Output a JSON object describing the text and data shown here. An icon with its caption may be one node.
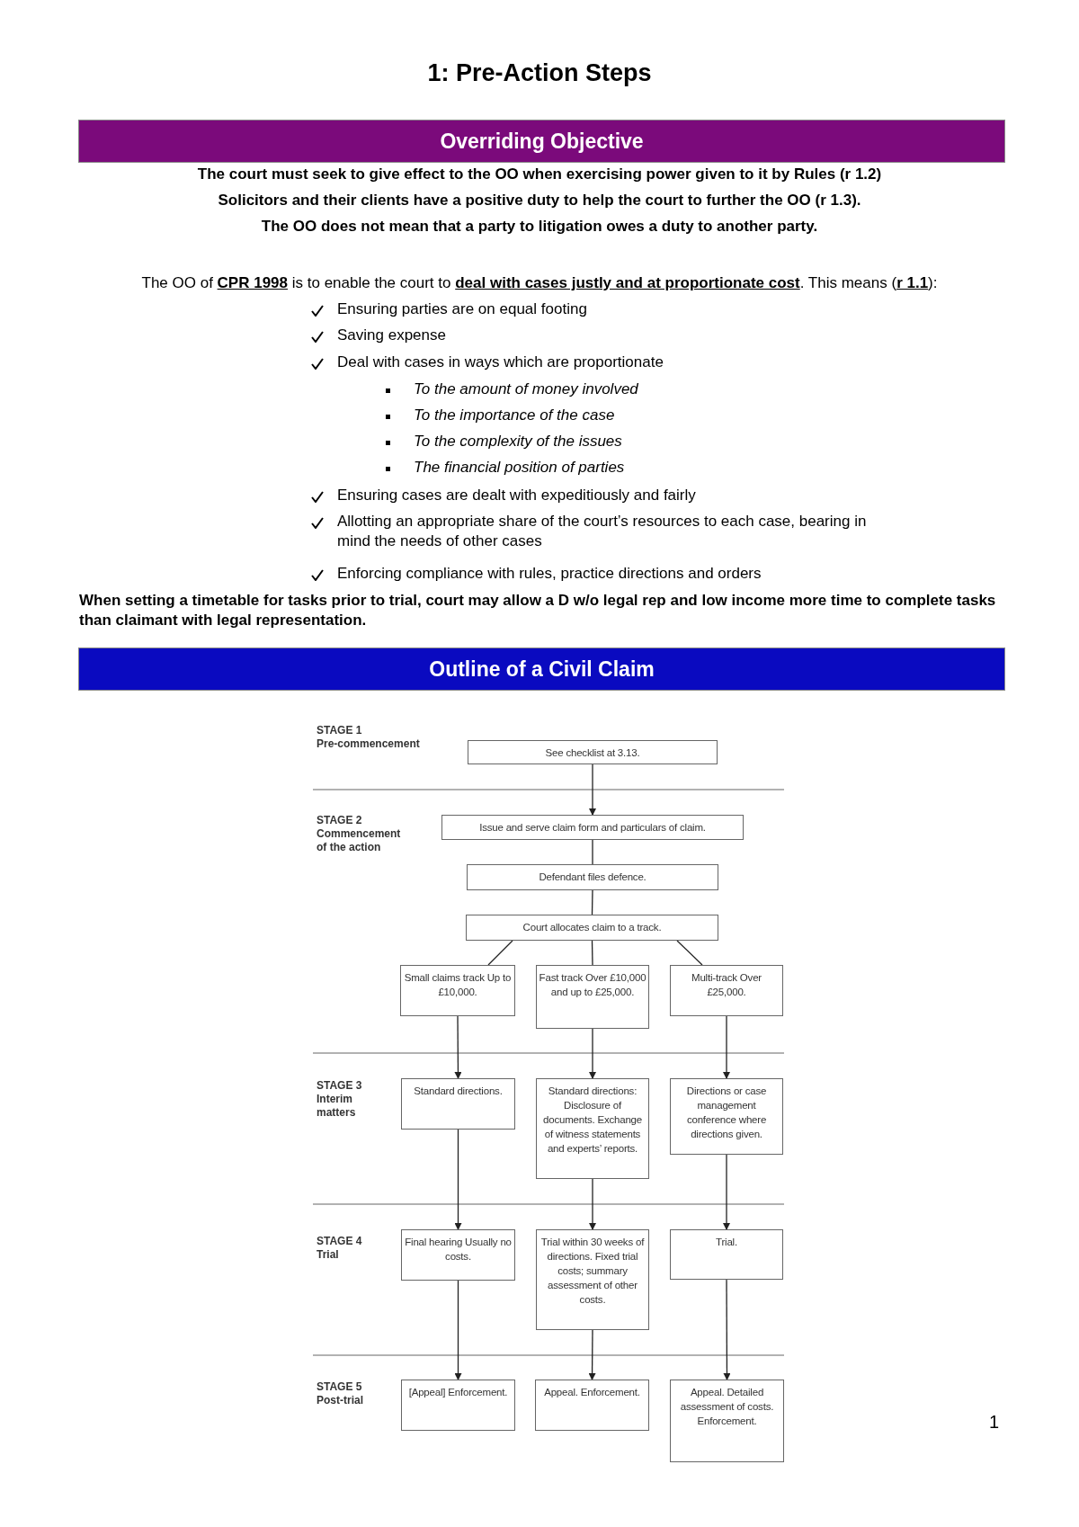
{
  "diagram": {
    "title": "1: Pre-Action Steps",
    "nodes": [
      {
        "text": [
          "Overriding Objective"
        ]
      },
      {
        "text": [
          "Outline of a Civil Claim"
        ]
      },
      {
        "text": [
          "See checklist at 3.13."
        ]
      },
      {
        "text": [
          "Issue and serve claim form and particulars of claim."
        ]
      },
      {
        "text": [
          "Defendant files defence."
        ]
      },
      {
        "text": [
          "Court allocates claim to a track."
        ]
      },
      {
        "text": [
          "Small claims track Up to £10,000."
        ]
      },
      {
        "text": [
          "Fast track Over £10,000 and up to £25,000."
        ]
      },
      {
        "text": [
          "Multi-track Over £25,000."
        ]
      },
      {
        "text": [
          "Standard directions."
        ]
      },
      {
        "text": [
          "Standard directions: Disclosure of documents. Exchange of witness statements and experts’ reports."
        ]
      },
      {
        "text": [
          "Directions or case management conference where directions given."
        ]
      },
      {
        "text": [
          "Final hearing Usually no costs."
        ]
      },
      {
        "text": [
          "Trial within 30 weeks of directions. Fixed trial costs; summary assessment of other costs."
        ]
      },
      {
        "text": [
          "Trial."
        ]
      },
      {
        "text": [
          "[Appeal] Enforcement."
        ]
      },
      {
        "text": [
          "Appeal. Enforcement."
        ]
      },
      {
        "text": [
          "Appeal. Detailed assessment of costs. Enforcement."
        ]
      }
    ],
    "edges": [
      {
        "from": 2,
        "to": 3,
        "arrow": "to"
      },
      {
        "from": 3,
        "to": 4,
        "arrow": "none"
      },
      {
        "from": 4,
        "to": 5,
        "arrow": "none"
      },
      {
        "from": 5,
        "to": 6,
        "arrow": "none"
      },
      {
        "from": 5,
        "to": 7,
        "arrow": "none"
      },
      {
        "from": 5,
        "to": 8,
        "arrow": "none"
      },
      {
        "from": 6,
        "to": 9,
        "arrow": "to"
      },
      {
        "from": 7,
        "to": 10,
        "arrow": "to"
      },
      {
        "from": 8,
        "to": 11,
        "arrow": "to"
      },
      {
        "from": 9,
        "to": 12,
        "arrow": "to"
      },
      {
        "from": 10,
        "to": 13,
        "arrow": "to"
      },
      {
        "from": 11,
        "to": 14,
        "arrow": "to"
      },
      {
        "from": 12,
        "to": 15,
        "arrow": "to"
      },
      {
        "from": 13,
        "to": 16,
        "arrow": "to"
      },
      {
        "from": 14,
        "to": 17,
        "arrow": "to"
      }
    ],
    "labels": [
      "The court must seek to give effect to the OO when exercising power given to it by Rules (r 1.2)",
      "Solicitors and their clients have a positive duty to help the court to further the OO (r 1.3).",
      "The OO does not mean that a party to litigation owes a duty to another party.",
      "The OO of **CPR 1998** is to enable the court to **deal with cases justly and at proportionate cost**. This means (**r 1.1**):",
      "Ensuring parties are on equal footing",
      "Saving expense",
      "Deal with cases in ways which are proportionate",
      "To the amount of money involved",
      "To the importance of the case",
      "To the complexity of the issues",
      "The financial position of parties",
      "Ensuring cases are dealt with expeditiously and fairly",
      "Allotting an appropriate share of the court’s resources to each case, bearing in mind the needs of other cases",
      "Enforcing compliance with rules, practice directions and orders",
      "When setting a timetable for tasks prior to trial, court may allow a D w/o legal rep and low income more time to complete tasks than claimant with legal representation.",
      "STAGE 1",
      "Pre-commencement",
      "STAGE 2",
      "Commencement of the action",
      "STAGE 3",
      "Interim matters",
      "STAGE 4",
      "Trial",
      "STAGE 5",
      "Post-trial",
      "1"
    ]
  }
}
